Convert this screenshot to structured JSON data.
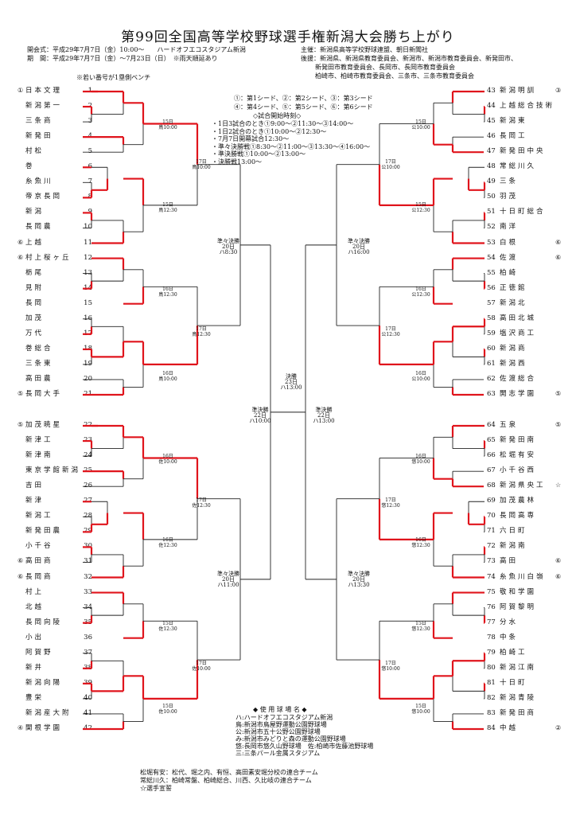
{
  "title": "第99回全国高等学校野球選手権新潟大会勝ち上がり",
  "info": {
    "opening": "開会式：平成29年7月7日（金）10:00～　　ハードオフエコスタジアム新潟",
    "period": "期　間：平成29年7月7日（金）～7月23日（日）　※雨天順延あり",
    "organizer": "主催：新潟県高等学校野球連盟、朝日新聞社",
    "sponsor1": "後援：新潟県、新潟県教育委員会、新潟市、新潟市教育委員会、新発田市、",
    "sponsor2": "新発田市教育委員会、長岡市、長岡市教育委員会",
    "sponsor3": "柏崎市、柏崎市教育委員会、三条市、三条市教育委員会",
    "bench_note": "※若い番号が1塁側ベンチ",
    "seeds1": "①：第1シード、②：第2シード、③：第3シード",
    "seeds2": "④：第4シード、⑤：第5シード、⑥：第6シード",
    "times_title": "◇試合開始時刻◇",
    "times": [
      "・1日3試合のとき①9:00～②11:30～③14:00～",
      "・1日2試合のとき①10:00～②12:30～",
      "・7月7日開幕試合12:30～",
      "・準々決勝戦①8:30～②11:00～③13:30～④16:00～",
      "・準決勝戦①10:00～②13:00～",
      "・決勝戦13:00～"
    ]
  },
  "left_teams": [
    {
      "seed": "①",
      "name": "日本文理",
      "no": "1"
    },
    {
      "seed": "",
      "name": "新潟第一",
      "no": "2"
    },
    {
      "seed": "",
      "name": "三条商",
      "no": "3"
    },
    {
      "seed": "",
      "name": "新発田",
      "no": "4"
    },
    {
      "seed": "",
      "name": "村松",
      "no": "5"
    },
    {
      "seed": "",
      "name": "巻",
      "no": "6"
    },
    {
      "seed": "",
      "name": "糸魚川",
      "no": "7"
    },
    {
      "seed": "",
      "name": "帝京長岡",
      "no": "8"
    },
    {
      "seed": "",
      "name": "新潟",
      "no": "9"
    },
    {
      "seed": "",
      "name": "長岡農",
      "no": "10"
    },
    {
      "seed": "⑥",
      "name": "上越",
      "no": "11"
    },
    {
      "seed": "⑥",
      "name": "村上桜ヶ丘",
      "no": "12"
    },
    {
      "seed": "",
      "name": "栃尾",
      "no": "13"
    },
    {
      "seed": "",
      "name": "見附",
      "no": "14"
    },
    {
      "seed": "",
      "name": "長岡",
      "no": "15"
    },
    {
      "seed": "",
      "name": "加茂",
      "no": "16"
    },
    {
      "seed": "",
      "name": "万代",
      "no": "17"
    },
    {
      "seed": "",
      "name": "巻総合",
      "no": "18"
    },
    {
      "seed": "",
      "name": "三条東",
      "no": "19"
    },
    {
      "seed": "",
      "name": "高田農",
      "no": "20"
    },
    {
      "seed": "⑤",
      "name": "長岡大手",
      "no": "21"
    },
    {
      "seed": "⑤",
      "name": "加茂暁星",
      "no": "22"
    },
    {
      "seed": "",
      "name": "新津工",
      "no": "23"
    },
    {
      "seed": "",
      "name": "新津南",
      "no": "24"
    },
    {
      "seed": "",
      "name": "東京学館新潟",
      "no": "25"
    },
    {
      "seed": "",
      "name": "吉田",
      "no": "26"
    },
    {
      "seed": "",
      "name": "新津",
      "no": "27"
    },
    {
      "seed": "",
      "name": "新潟工",
      "no": "28"
    },
    {
      "seed": "",
      "name": "新発田農",
      "no": "29"
    },
    {
      "seed": "",
      "name": "小千谷",
      "no": "30"
    },
    {
      "seed": "⑥",
      "name": "高田商",
      "no": "31"
    },
    {
      "seed": "⑥",
      "name": "長岡商",
      "no": "32"
    },
    {
      "seed": "",
      "name": "村上",
      "no": "33"
    },
    {
      "seed": "",
      "name": "北越",
      "no": "34"
    },
    {
      "seed": "",
      "name": "長岡向陵",
      "no": "35"
    },
    {
      "seed": "",
      "name": "小出",
      "no": "36"
    },
    {
      "seed": "",
      "name": "阿賀野",
      "no": "37"
    },
    {
      "seed": "",
      "name": "新井",
      "no": "38"
    },
    {
      "seed": "",
      "name": "新潟向陽",
      "no": "39"
    },
    {
      "seed": "",
      "name": "豊栄",
      "no": "40"
    },
    {
      "seed": "",
      "name": "新潟産大附",
      "no": "41"
    },
    {
      "seed": "④",
      "name": "関根学園",
      "no": "42"
    }
  ],
  "right_teams": [
    {
      "no": "43",
      "name": "新潟明訓",
      "seed": "③"
    },
    {
      "no": "44",
      "name": "上越総合技術",
      "seed": ""
    },
    {
      "no": "45",
      "name": "新潟東",
      "seed": ""
    },
    {
      "no": "46",
      "name": "長岡工",
      "seed": ""
    },
    {
      "no": "47",
      "name": "新発田中央",
      "seed": ""
    },
    {
      "no": "48",
      "name": "常総川久",
      "seed": ""
    },
    {
      "no": "49",
      "name": "三条",
      "seed": ""
    },
    {
      "no": "50",
      "name": "羽茂",
      "seed": ""
    },
    {
      "no": "51",
      "name": "十日町総合",
      "seed": ""
    },
    {
      "no": "52",
      "name": "南洋",
      "seed": ""
    },
    {
      "no": "53",
      "name": "白根",
      "seed": "⑥"
    },
    {
      "no": "54",
      "name": "佐渡",
      "seed": "⑥"
    },
    {
      "no": "55",
      "name": "柏崎",
      "seed": ""
    },
    {
      "no": "56",
      "name": "正徳館",
      "seed": ""
    },
    {
      "no": "57",
      "name": "新潟北",
      "seed": ""
    },
    {
      "no": "58",
      "name": "高田北城",
      "seed": ""
    },
    {
      "no": "59",
      "name": "塩沢商工",
      "seed": ""
    },
    {
      "no": "60",
      "name": "新潟商",
      "seed": ""
    },
    {
      "no": "61",
      "name": "新潟西",
      "seed": ""
    },
    {
      "no": "62",
      "name": "佐渡総合",
      "seed": ""
    },
    {
      "no": "63",
      "name": "開志学園",
      "seed": "⑤"
    },
    {
      "no": "64",
      "name": "五泉",
      "seed": "⑤"
    },
    {
      "no": "65",
      "name": "新発田南",
      "seed": ""
    },
    {
      "no": "66",
      "name": "松堀有安",
      "seed": ""
    },
    {
      "no": "67",
      "name": "小千谷西",
      "seed": ""
    },
    {
      "no": "68",
      "name": "新潟県央工",
      "seed": "☆"
    },
    {
      "no": "69",
      "name": "加茂農林",
      "seed": ""
    },
    {
      "no": "70",
      "name": "長岡高専",
      "seed": ""
    },
    {
      "no": "71",
      "name": "六日町",
      "seed": ""
    },
    {
      "no": "72",
      "name": "新潟南",
      "seed": ""
    },
    {
      "no": "73",
      "name": "高田",
      "seed": "⑥"
    },
    {
      "no": "74",
      "name": "糸魚川白嶺",
      "seed": "⑥"
    },
    {
      "no": "75",
      "name": "敬和学園",
      "seed": ""
    },
    {
      "no": "76",
      "name": "阿賀黎明",
      "seed": ""
    },
    {
      "no": "77",
      "name": "分水",
      "seed": ""
    },
    {
      "no": "78",
      "name": "中条",
      "seed": ""
    },
    {
      "no": "79",
      "name": "柏崎工",
      "seed": ""
    },
    {
      "no": "80",
      "name": "新潟江南",
      "seed": ""
    },
    {
      "no": "81",
      "name": "十日町",
      "seed": ""
    },
    {
      "no": "82",
      "name": "新潟青陵",
      "seed": ""
    },
    {
      "no": "83",
      "name": "新発田商",
      "seed": ""
    },
    {
      "no": "84",
      "name": "中越",
      "seed": "②"
    }
  ],
  "match_labels": {
    "L_r2_a": "15日\n鳥10:00",
    "L_r2_b": "15日\n鳥12:30",
    "L_r2_c": "16日\n鳥12:30",
    "L_r2_d": "16日\n鳥10:00",
    "L_r2_e": "16日\n佐10:00",
    "L_r2_f": "16日\n佐12:30",
    "L_r2_g": "15日\n佐12:30",
    "L_r2_h": "15日\n佐10:00",
    "L_r3_a": "17日\n鳥10:00",
    "L_r3_b": "17日\n鳥12:30",
    "L_r3_c": "17日\n佐12:30",
    "L_r3_d": "17日\n佐10:00",
    "L_qf_a": "準々決勝\n20日\nハ8:30",
    "L_qf_b": "準々決勝\n20日\nハ11:00",
    "R_r2_a": "15日\n公10:00",
    "R_r2_b": "15日\n公12:30",
    "R_r2_c": "16日\n公12:30",
    "R_r2_d": "16日\n公10:00",
    "R_r2_e": "16日\n悠10:00",
    "R_r2_f": "16日\n悠12:30",
    "R_r2_g": "15日\n悠12:30",
    "R_r2_h": "15日\n悠10:00",
    "R_r3_a": "17日\n公10:00",
    "R_r3_b": "17日\n公12:30",
    "R_r3_c": "17日\n悠12:30",
    "R_r3_d": "17日\n悠10:00",
    "R_qf_a": "準々決勝\n20日\nハ16:00",
    "R_qf_b": "準々決勝\n20日\nハ13:30",
    "sf_l": "準決勝\n22日\nハ10:00",
    "sf_r": "準決勝\n22日\nハ13:00",
    "final": "決勝\n23日\nハ13:00"
  },
  "venues_title": "◆ 使 用 球 場 名 ◆",
  "venues": [
    "ハ:ハードオフエコスタジアム新潟",
    "鳥:新潟市鳥屋野運動公園野球場",
    "公:新潟市五十公野公園野球場",
    "み:新潟市みどりと森の運動公園野球場",
    "悠:長岡市悠久山野球場　佐:柏崎市佐藤池野球場",
    "三:三条パール金属スタジアム"
  ],
  "footer": [
    "松堀有安：松代、堀之内、有恒、高田素安堀分校の連合チーム",
    "常総川久：柏崎常盤、柏崎総合、川西、久比岐の連合チーム",
    "☆選手宣誓"
  ],
  "colors": {
    "winner_line": "#e0141c",
    "line": "#222222"
  }
}
